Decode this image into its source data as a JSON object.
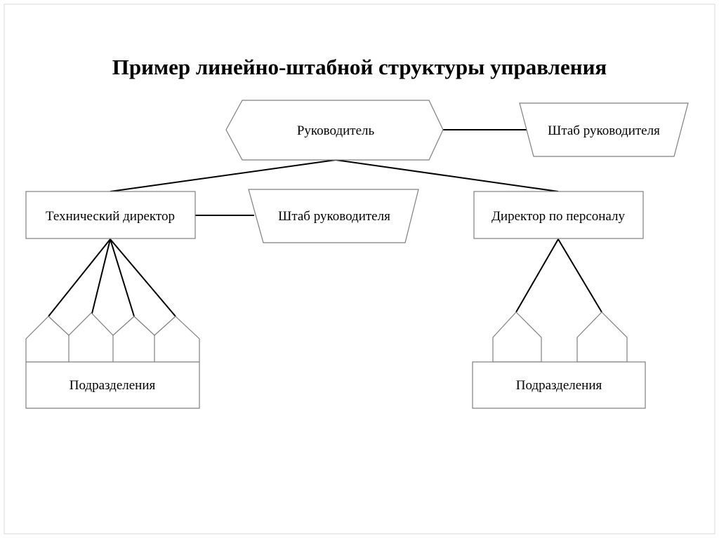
{
  "slide": {
    "title": "Пример линейно-штабной структуры управления"
  },
  "nodes": {
    "manager": "Руководитель",
    "manager_staff": "Штаб руководителя",
    "technical_director": "Технический директор",
    "technical_staff": "Штаб руководителя",
    "hr_director": "Директор по персоналу",
    "left_divisions": "Подразделения",
    "right_divisions": "Подразделения"
  }
}
